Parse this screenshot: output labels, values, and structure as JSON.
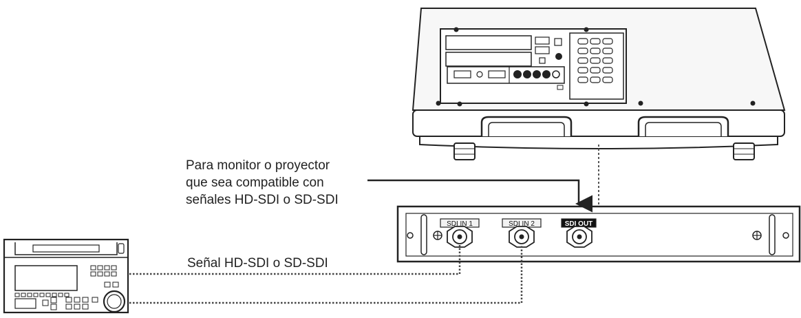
{
  "annotations": {
    "monitor_lines": [
      "Para monitor o proyector",
      "que sea compatible con",
      "señales HD-SDI o SD-SDI"
    ],
    "signal_label": "Señal HD-SDI o SD-SDI"
  },
  "sdi_board": {
    "in1_label": "SDI IN 1",
    "in2_label": "SDI IN 2",
    "out_label": "SDI OUT"
  },
  "colors": {
    "line": "#222222",
    "panel_fill": "#ffffff",
    "label_dark": "#111111",
    "label_light_fill": "#f2f2f2"
  }
}
